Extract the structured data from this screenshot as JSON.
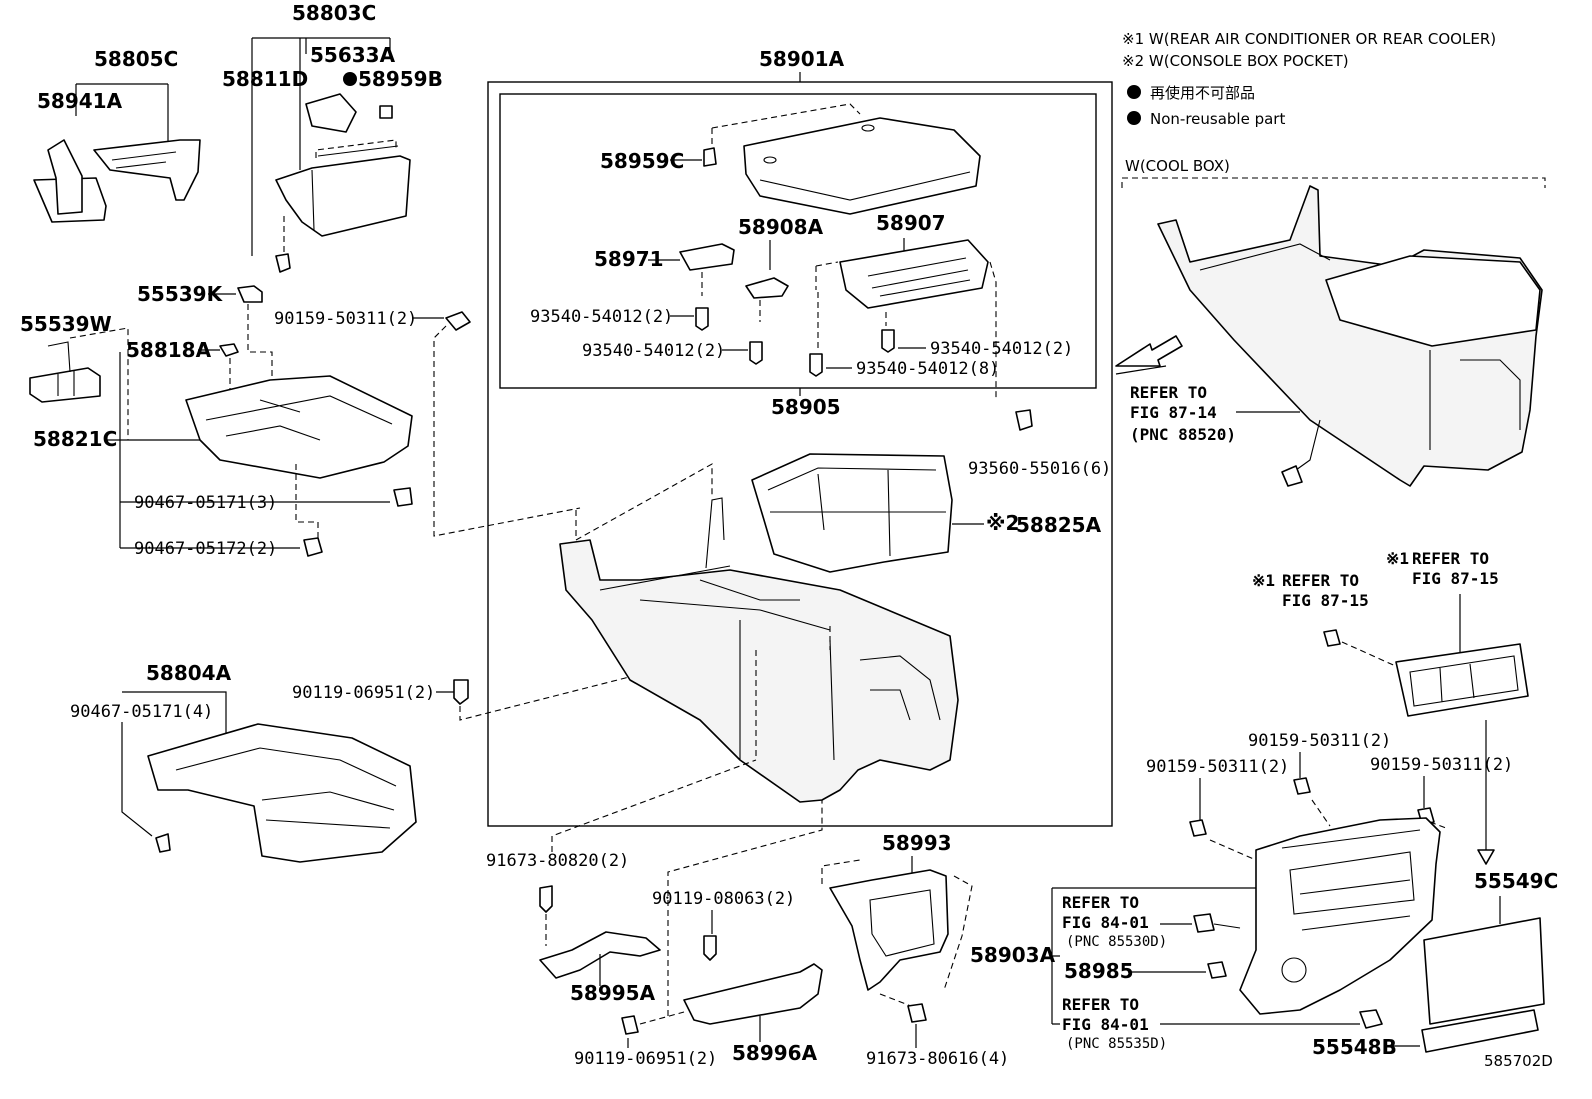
{
  "notes": {
    "note1": "※1 W(REAR AIR CONDITIONER OR REAR COOLER)",
    "note2": "※2 W(CONSOLE BOX POCKET)",
    "nonreusable_jp": "再使用不可部品",
    "nonreusable_en": "Non-reusable part",
    "cool_box": "W(COOL BOX)"
  },
  "illustration_code": "585702D",
  "labels": {
    "p58805C": "58805C",
    "p58941A": "58941A",
    "p58803C": "58803C",
    "p58811D": "58811D",
    "p55633A": "55633A",
    "p58959B": "58959B",
    "p58901A": "58901A",
    "p58959C": "58959C",
    "p58971": "58971",
    "p58908A": "58908A",
    "p58907": "58907",
    "b93540_2a": "93540-54012(2)",
    "b93540_2b": "93540-54012(2)",
    "b93540_2c": "93540-54012(2)",
    "b93540_8": "93540-54012(8)",
    "p58905": "58905",
    "b93560": "93560-55016(6)",
    "p55539K": "55539K",
    "b90159_top": "90159-50311(2)",
    "p55539W": "55539W",
    "p58818A": "58818A",
    "p58821C": "58821C",
    "c90467_3": "90467-05171(3)",
    "c90467_2": "90467-05172(2)",
    "p58825A": "58825A",
    "mark2": "※2",
    "p58804A": "58804A",
    "c90467_4": "90467-05171(4)",
    "b90119_mid": "90119-06951(2)",
    "b91673_820": "91673-80820(2)",
    "b90119_080": "90119-08063(2)",
    "p58995A": "58995A",
    "b90119_bot": "90119-06951(2)",
    "p58996A": "58996A",
    "p58993": "58993",
    "b91673_616": "91673-80616(4)",
    "p58903A": "58903A",
    "p58985": "58985",
    "p55548B": "55548B",
    "p55549C": "55549C",
    "b90159_l": "90159-50311(2)",
    "b90159_m": "90159-50311(2)",
    "b90159_r": "90159-50311(2)"
  },
  "refs": {
    "r87_14": {
      "l1": "REFER TO",
      "l2": "FIG 87-14",
      "l3": "(PNC 88520)"
    },
    "r87_15a": {
      "mark": "※1",
      "l1": "REFER TO",
      "l2": "FIG 87-15"
    },
    "r87_15b": {
      "mark": "※1",
      "l1": "REFER TO",
      "l2": "FIG 87-15"
    },
    "r84_01a": {
      "l1": "REFER TO",
      "l2": "FIG 84-01",
      "l3": "(PNC 85530D)"
    },
    "r84_01b": {
      "l1": "REFER TO",
      "l2": "FIG 84-01",
      "l3": "(PNC 85535D)"
    }
  }
}
